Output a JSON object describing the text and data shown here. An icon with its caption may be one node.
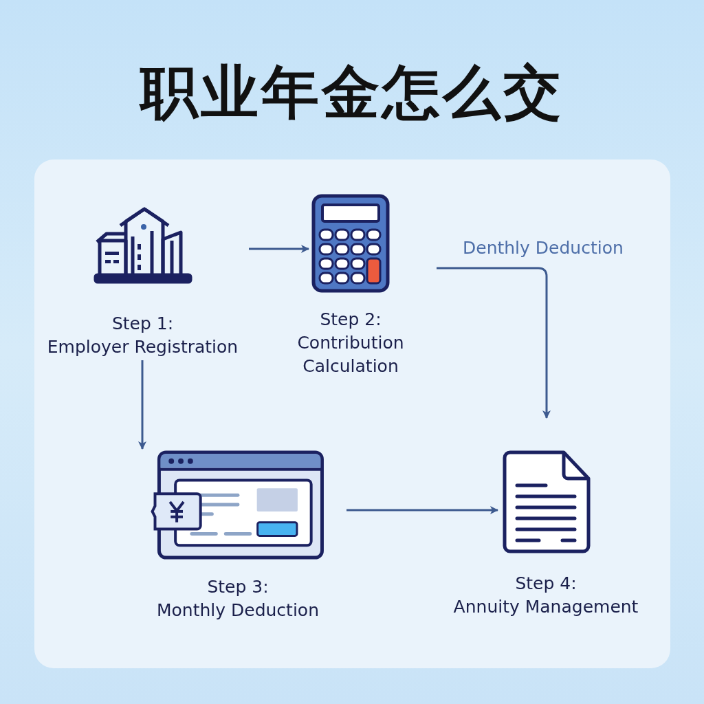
{
  "diagram": {
    "title": "职业年金怎么交",
    "nodes": [
      {
        "text": [
          "Step 1:",
          "Employer Registration"
        ]
      },
      {
        "text": [
          "Step 2:",
          "Contribution Calculation"
        ]
      },
      {
        "text": [
          "Step 3:",
          "Monthly Deduction"
        ]
      },
      {
        "text": [
          "Step 4:",
          "Annuity Management"
        ]
      }
    ],
    "edges": [
      {
        "from": 0,
        "to": 1,
        "arrow": "to"
      },
      {
        "from": 0,
        "to": 2,
        "arrow": "to"
      },
      {
        "from": 1,
        "to": 3,
        "arrow": "to",
        "label": "Denthly Deduction"
      },
      {
        "from": 2,
        "to": 3,
        "arrow": "to"
      }
    ]
  }
}
